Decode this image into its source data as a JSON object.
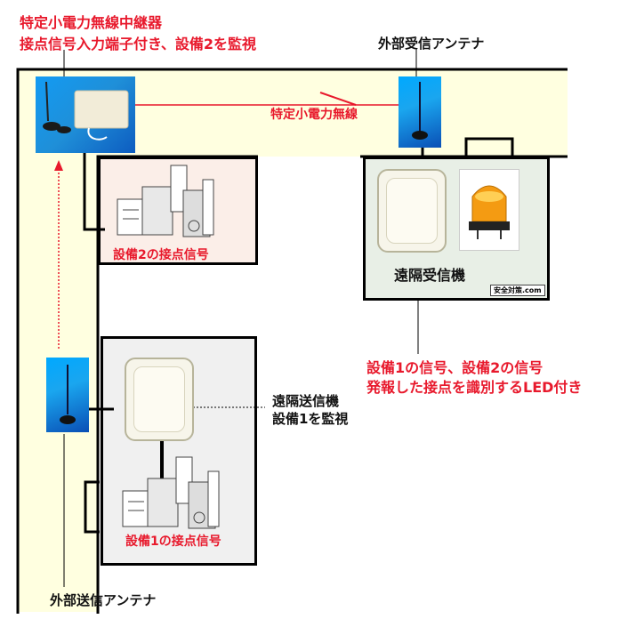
{
  "labels": {
    "repeater_line1": "特定小電力無線中継器",
    "repeater_line2": "接点信号入力端子付き、設備2を監視",
    "ext_rx_antenna": "外部受信アンテナ",
    "radio_label": "特定小電力無線",
    "equip2_contact": "設備2の接点信号",
    "remote_receiver": "遠隔受信機",
    "receiver_line1": "設備1の信号、設備2の信号",
    "receiver_line2": "発報した接点を識別するLED付き",
    "remote_transmitter_line1": "遠隔送信機",
    "remote_transmitter_line2": "設備1を監視",
    "equip1_contact": "設備1の接点信号",
    "ext_tx_antenna": "外部送信アンテナ",
    "logo_text": "安全対策.com"
  },
  "colors": {
    "red": "#e8192c",
    "corridor": "#ffffe0",
    "room_gray": "#f0f0f0",
    "room_pink": "#fbeee8",
    "room_green": "#e8efe6"
  },
  "icons": {
    "antenna": "antenna-icon",
    "rotating_light": "rotating-light-icon",
    "machine": "machine-icon"
  }
}
